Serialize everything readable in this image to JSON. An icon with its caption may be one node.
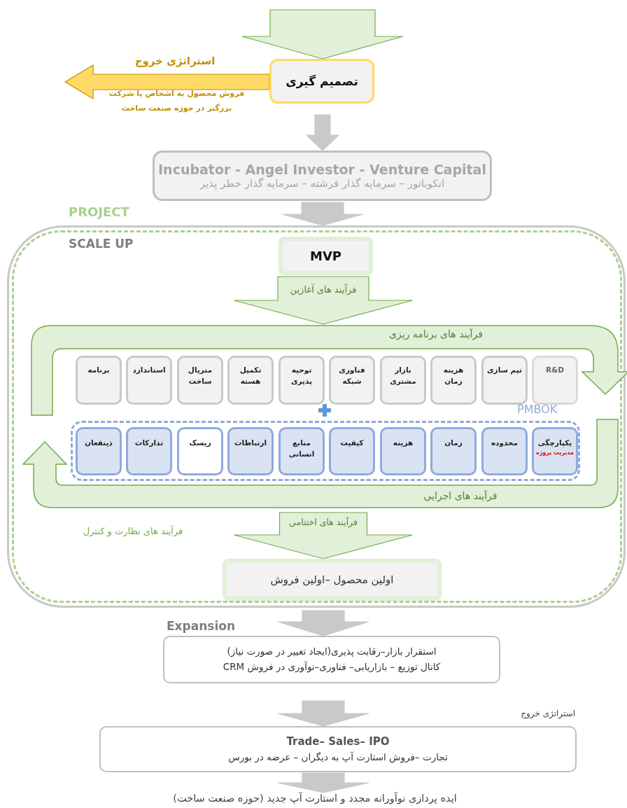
{
  "diagram": {
    "nodes": [
      {
        "text": [
          "تصمیم گیری"
        ]
      },
      {
        "text": [
          "Incubator - Angel Investor - Venture Capital",
          "انکوباتور – سرمایه گذار فرشته – سرمایه گذار خطر پذیر"
        ]
      },
      {
        "text": [
          "PROJECT"
        ]
      },
      {
        "text": [
          "SCALE UP"
        ],
        "in": 2
      },
      {
        "text": [
          "MVP"
        ],
        "in": 3
      },
      {
        "text": [
          "فرآیند های برنامه ریزی"
        ],
        "in": 3
      },
      {
        "text": [
          "فرآیند های اجرایی"
        ],
        "in": 3
      },
      {
        "text": [
          "برنامه"
        ],
        "in": 3
      },
      {
        "text": [
          "استاندارد"
        ],
        "in": 3
      },
      {
        "text": [
          "متریال ساخت"
        ],
        "in": 3
      },
      {
        "text": [
          "تکمیل هسته"
        ],
        "in": 3
      },
      {
        "text": [
          "توجیه پذیری"
        ],
        "in": 3
      },
      {
        "text": [
          "فناوری شبکه"
        ],
        "in": 3
      },
      {
        "text": [
          "بازار مشتری"
        ],
        "in": 3
      },
      {
        "text": [
          "هزینه زمان"
        ],
        "in": 3
      },
      {
        "text": [
          "تیم سازی"
        ],
        "in": 3
      },
      {
        "text": [
          "R&D"
        ],
        "in": 3
      },
      {
        "text": [
          "PMBOK"
        ],
        "in": 3
      },
      {
        "text": [
          "ذینفعان"
        ],
        "in": 17
      },
      {
        "text": [
          "تدارکات"
        ],
        "in": 17
      },
      {
        "text": [
          "ریسک"
        ],
        "in": 17
      },
      {
        "text": [
          "ارتباطات"
        ],
        "in": 17
      },
      {
        "text": [
          "منابع انسانی"
        ],
        "in": 17
      },
      {
        "text": [
          "کیفیت"
        ],
        "in": 17
      },
      {
        "text": [
          "هزینه"
        ],
        "in": 17
      },
      {
        "text": [
          "زمان"
        ],
        "in": 17
      },
      {
        "text": [
          "محدوده"
        ],
        "in": 17
      },
      {
        "text": [
          "یکپارچگی",
          "مدیریت پروژه"
        ],
        "in": 17
      },
      {
        "text": [
          "اولین محصول –اولین فروش"
        ],
        "in": 3
      },
      {
        "text": [
          "Expansion",
          "استقرار بازار–رقابت پذیری(ایجاد تغییر در صورت نیاز)",
          "CRM  کانال توزیع – بازاریابی– فناوری–نوآوری در فروش"
        ]
      },
      {
        "text": [
          "Trade– Sales– IPO",
          "تجارت –فروش استارت آپ به دیگران – عرضه در بورس"
        ],
        "beside": [
          "استراتژی خروج"
        ]
      },
      {
        "text": [
          "ایده پردازی نوآورانه مجدد و استارت آپ جدید (حوزه صنعت ساخت)"
        ]
      }
    ],
    "edges": [
      {
        "from": null,
        "to": 0,
        "arrow": "to",
        "color": "#e2efd9"
      },
      {
        "from": 0,
        "to": null,
        "arrow": "to",
        "label": "استراتژی خروج",
        "color": "#ffd966"
      },
      {
        "from": 0,
        "to": 1,
        "arrow": "to"
      },
      {
        "from": 1,
        "to": 2,
        "arrow": "to"
      },
      {
        "from": 4,
        "to": 5,
        "arrow": "to",
        "label": "فرآیند های آغازین",
        "color": "#e2efd9"
      },
      {
        "from": 6,
        "to": 28,
        "arrow": "to",
        "label": "فرآیند های اختتامی",
        "color": "#e2efd9"
      },
      {
        "from": 2,
        "to": 29,
        "arrow": "to"
      },
      {
        "from": 29,
        "to": 30,
        "arrow": "to"
      },
      {
        "from": 30,
        "to": 31,
        "arrow": "to"
      }
    ],
    "labels": [
      "فروش محصول به اشخاص یا شرکت بزرگتر در حوزه صنعت ساخت",
      "فرآیند های نظارت و کنترل"
    ]
  }
}
